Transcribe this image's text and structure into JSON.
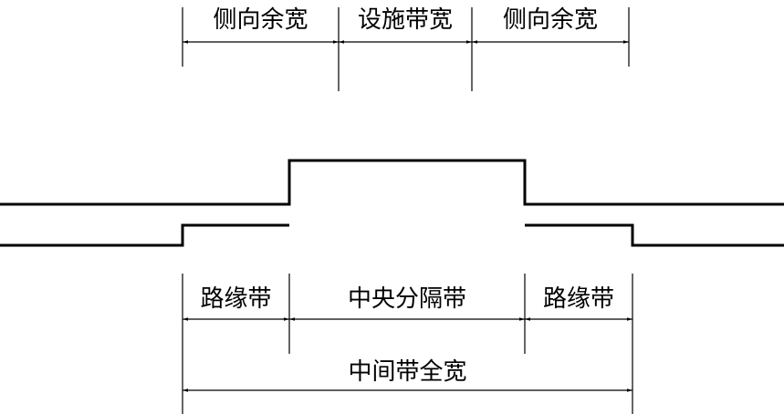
{
  "top_dimensions": {
    "left_lateral_clearance": "侧向余宽",
    "facility_width": "设施带宽",
    "right_lateral_clearance": "侧向余宽"
  },
  "bottom_dimensions": {
    "left_marginal_strip": "路缘带",
    "central_separator": "中央分隔带",
    "right_marginal_strip": "路缘带",
    "median_total_width": "中间带全宽"
  },
  "colors": {
    "line": "#000000",
    "background": "#ffffff"
  }
}
